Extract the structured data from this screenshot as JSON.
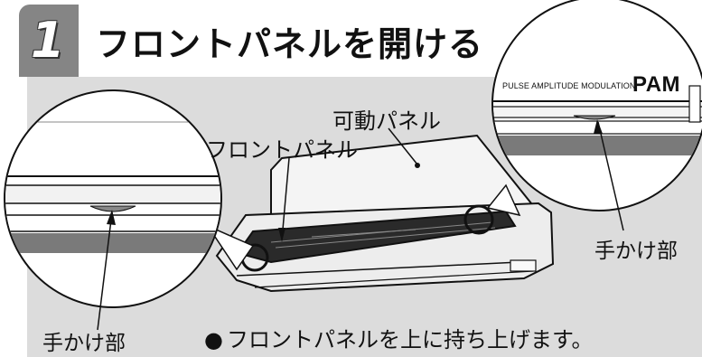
{
  "header": {
    "step_number": "1",
    "title": "フロントパネルを開ける"
  },
  "labels": {
    "movable_panel": "可動パネル",
    "front_panel": "フロントパネル",
    "handle_left": "手かけ部",
    "handle_right": "手かけ部"
  },
  "logo": {
    "pulse_text": "PULSE AMPLITUDE MODULATION",
    "pam": "PAM"
  },
  "instruction": {
    "bullet": "●",
    "text": "フロントパネルを上に持ち上げます。"
  },
  "colors": {
    "badge": "#858585",
    "panel_background": "#dcdcdc",
    "line": "#111111"
  }
}
